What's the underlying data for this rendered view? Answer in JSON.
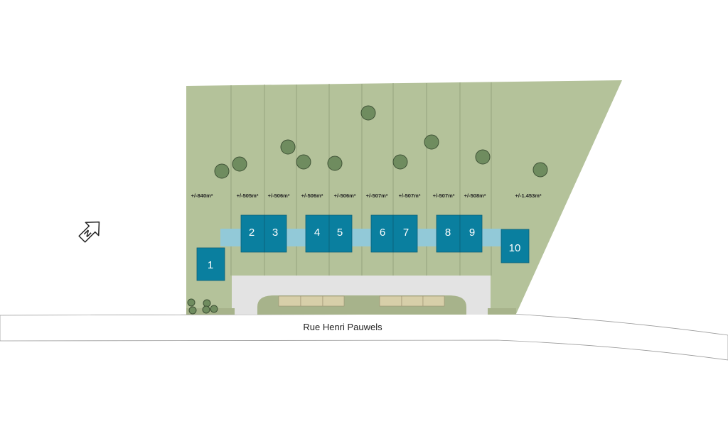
{
  "street": {
    "name": "Rue Henri Pauwels"
  },
  "compass": {
    "letter": "N",
    "icon": "north-arrow-icon"
  },
  "lots": [
    {
      "area": "+/-840m²"
    },
    {
      "area": "+/-505m²"
    },
    {
      "area": "+/-506m²"
    },
    {
      "area": "+/-506m²"
    },
    {
      "area": "+/-506m²"
    },
    {
      "area": "+/-507m²"
    },
    {
      "area": "+/-507m²"
    },
    {
      "area": "+/-507m²"
    },
    {
      "area": "+/-508m²"
    },
    {
      "area": "+/-1.453m²"
    }
  ],
  "houses": [
    {
      "number": "1"
    },
    {
      "number": "2"
    },
    {
      "number": "3"
    },
    {
      "number": "4"
    },
    {
      "number": "5"
    },
    {
      "number": "6"
    },
    {
      "number": "7"
    },
    {
      "number": "8"
    },
    {
      "number": "9"
    },
    {
      "number": "10"
    }
  ],
  "colors": {
    "land": "#b4c29a",
    "house": "#0a7f9f",
    "terrace": "#92c9d8",
    "tree": "#6f8c5f",
    "paving": "#e3e3e3",
    "parking_island": "#a7b38b",
    "parking_bay": "#d7cfa9"
  }
}
